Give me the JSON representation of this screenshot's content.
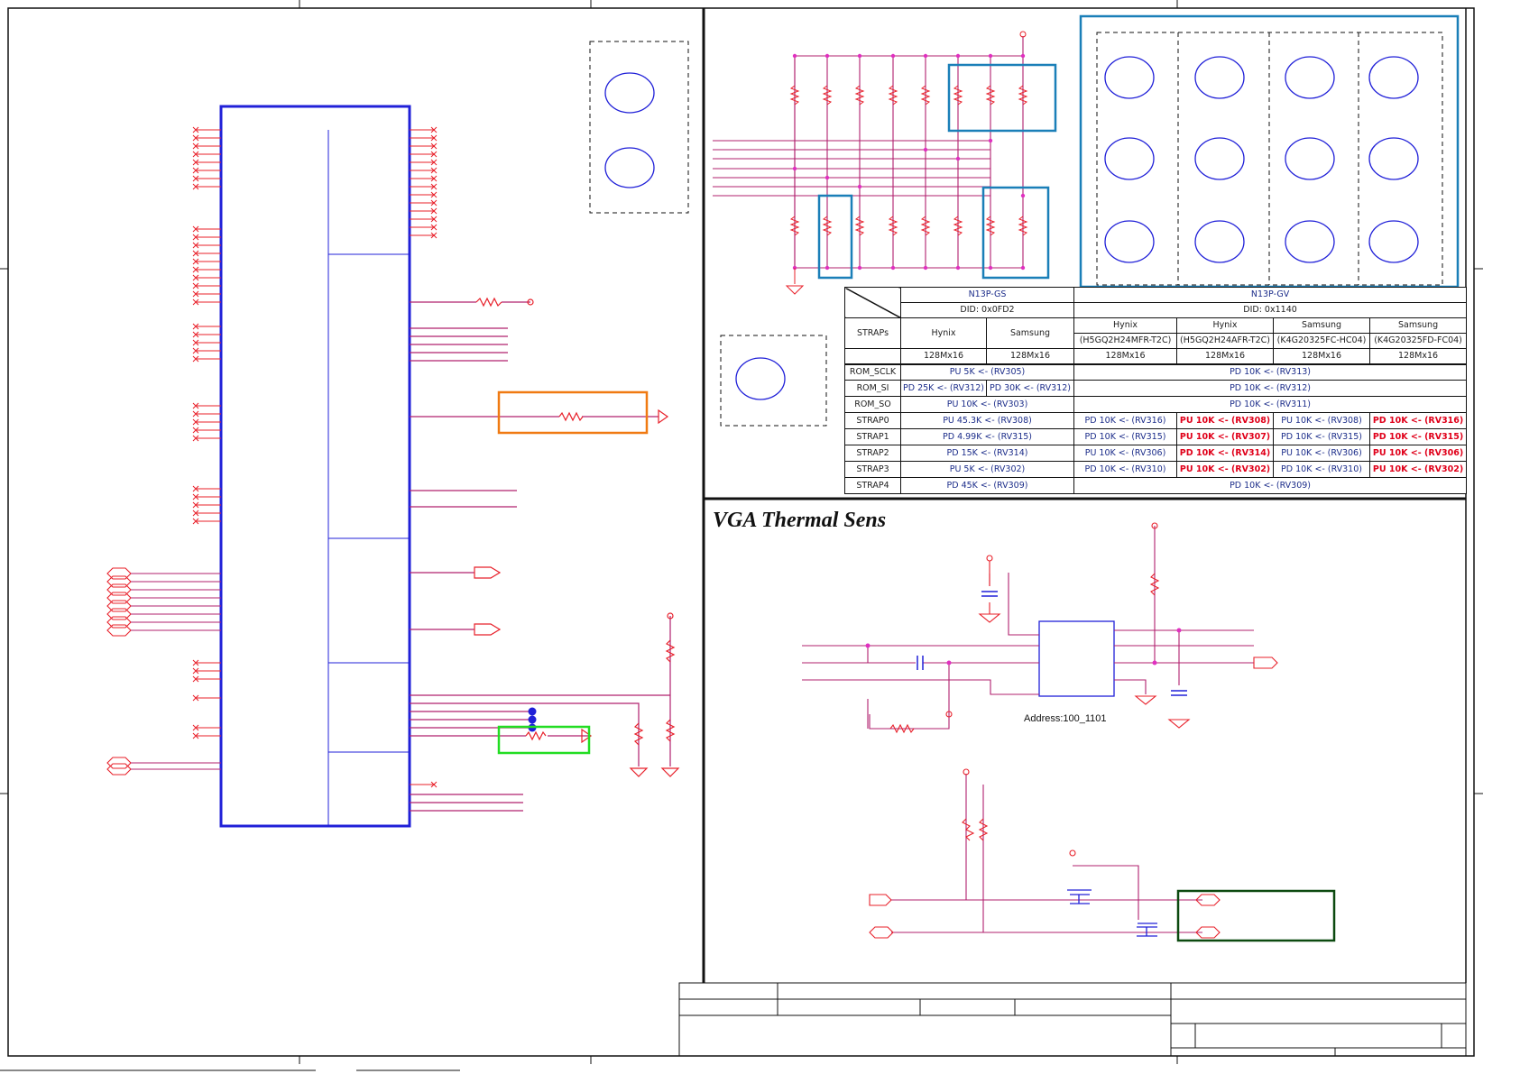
{
  "sections": {
    "thermal_title": "VGA Thermal Sens",
    "thermal_address": "Address:100_1101"
  },
  "strap_table": {
    "header": {
      "corner_label": "STRAPs",
      "gpu_gs": "N13P-GS",
      "gpu_gv": "N13P-GV",
      "did_gs": "DID: 0x0FD2",
      "did_gv": "DID: 0x1140"
    },
    "vendors": [
      {
        "name": "Hynix",
        "part": "",
        "density": "128Mx16"
      },
      {
        "name": "Samsung",
        "part": "",
        "density": "128Mx16"
      },
      {
        "name": "Hynix",
        "part": "(H5GQ2H24MFR-T2C)",
        "density": "128Mx16"
      },
      {
        "name": "Hynix",
        "part": "(H5GQ2H24AFR-T2C)",
        "density": "128Mx16"
      },
      {
        "name": "Samsung",
        "part": "(K4G20325FC-HC04)",
        "density": "128Mx16"
      },
      {
        "name": "Samsung",
        "part": "(K4G20325FD-FC04)",
        "density": "128Mx16"
      }
    ],
    "rows": [
      {
        "strap": "ROM_SCLK",
        "gs": "PU 5K <- (RV305)",
        "gv": "PD 10K <- (RV313)"
      },
      {
        "strap": "ROM_SI",
        "gs_hynix": "PD 25K <- (RV312)",
        "gs_samsung": "PD 30K <- (RV312)",
        "gv": "PD 10K <- (RV312)"
      },
      {
        "strap": "ROM_SO",
        "gs": "PU 10K <- (RV303)",
        "gv": "PD 10K <- (RV311)"
      },
      {
        "strap": "STRAP0",
        "gs": "PU 45.3K <- (RV308)",
        "gv": [
          "PD 10K <- (RV316)",
          "PU 10K <- (RV308)",
          "PU 10K <- (RV308)",
          "PD 10K <- (RV316)"
        ]
      },
      {
        "strap": "STRAP1",
        "gs": "PD 4.99K <- (RV315)",
        "gv": [
          "PD 10K <- (RV315)",
          "PU 10K <- (RV307)",
          "PD 10K <- (RV315)",
          "PD 10K <- (RV315)"
        ]
      },
      {
        "strap": "STRAP2",
        "gs": "PD 15K <- (RV314)",
        "gv": [
          "PU 10K <- (RV306)",
          "PD 10K <- (RV314)",
          "PU 10K <- (RV306)",
          "PU 10K <- (RV306)"
        ]
      },
      {
        "strap": "STRAP3",
        "gs": "PU 5K <- (RV302)",
        "gv": [
          "PD 10K <- (RV310)",
          "PU 10K <- (RV302)",
          "PD 10K <- (RV310)",
          "PU 10K <- (RV302)"
        ]
      },
      {
        "strap": "STRAP4",
        "gs": "PD 45K <- (RV309)",
        "gv": "PD 10K <- (RV309)"
      }
    ]
  },
  "colors": {
    "pin_red": "#e8202a",
    "net_purple": "#b0206e",
    "chip_blue": "#2020d8",
    "highlight_teal": "#1a7fb8",
    "highlight_orange": "#f07a12",
    "highlight_green": "#22dd22",
    "highlight_darkgreen": "#0c4a10",
    "highlight_red_text": "#e0001a",
    "table_text_navy": "#1c2d8a"
  }
}
